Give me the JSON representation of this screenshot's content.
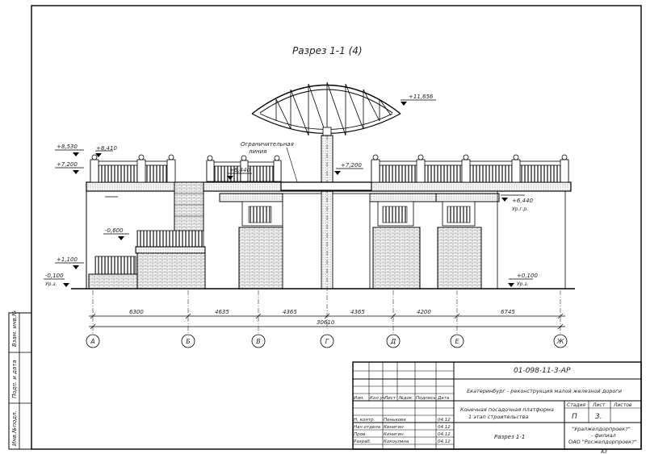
{
  "drawing": {
    "title": "Разрез 1-1 (4)",
    "boundary_label_line1": "Ограничительная",
    "boundary_label_line2": "линия",
    "elevations": {
      "top_arch": "+11,656",
      "left_high": "+8,530",
      "left_roof": "+8,410",
      "left_platform": "+7,200",
      "center_platform": "+7,200",
      "small_platform": "+6,440",
      "right_lower": "+6,440",
      "right_lower_sub": "Ур.г.р.",
      "mid_stair": "-0,600",
      "lower_left": "+1,100",
      "ground_left": "-0,100",
      "ground_left_sub": "Ур.з.",
      "ground_right": "+0,100",
      "ground_right_sub": "Ур.з."
    },
    "dimensions": {
      "spans": [
        "6300",
        "4635",
        "4365",
        "4365",
        "4200",
        "6745"
      ],
      "total": "30610"
    },
    "axes": [
      "А",
      "Б",
      "В",
      "Г",
      "Д",
      "Е",
      "Ж"
    ]
  },
  "title_block": {
    "doc_code": "01-098-11-3-АР",
    "project": "Екатеринбург - реконструкция малой железной дороги",
    "col_headers": [
      "Изм.",
      "Кол.уч",
      "Лист",
      "№док",
      "Подпись",
      "Дата"
    ],
    "rows": [
      {
        "role": "Н. контр.",
        "name": "Пенькова",
        "date": "04.12"
      },
      {
        "role": "Нач.отдела",
        "name": "Кинигин",
        "date": "04.12"
      },
      {
        "role": "Пров.",
        "name": "Кинигин",
        "date": "04.12"
      },
      {
        "role": "Разраб.",
        "name": "Кокоулина",
        "date": "04.12"
      }
    ],
    "object_line1": "Конечная посадочная платформа",
    "object_line2": "1 этап строительства",
    "sheet_title": "Разрез 1-1",
    "stage_header": "Стадия",
    "sheet_header": "Лист",
    "sheets_header": "Листов",
    "stage": "П",
    "sheet": "3.",
    "sheets": "",
    "org_line1": "\"Уралжелдорпроект\"",
    "org_line2": "- филиал",
    "org_line3": "ОАО \"Росжелдорпроект\"",
    "format": "А3"
  },
  "side_stamp": {
    "labels": [
      "Взам. инв.№",
      "Подп. и дата",
      "Инв.№подл."
    ]
  }
}
